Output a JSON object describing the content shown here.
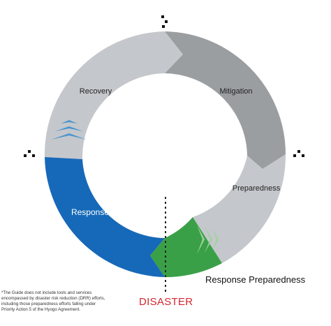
{
  "colors": {
    "recovery": "#c4c7cb",
    "mitigation": "#9b9ea1",
    "preparedness": "#c4c7cb",
    "response_preparedness": "#3aa047",
    "response": "#1669b8",
    "disaster": "#d22630",
    "chevron_blue": "#4a94cf",
    "chevron_green": "#9fd39c"
  },
  "segments": {
    "recovery": "Recovery",
    "mitigation": "Mitigation",
    "preparedness": "Preparedness",
    "response": "Response"
  },
  "response_preparedness_label": "Response Preparedness",
  "disaster_label": "DISASTER",
  "footnote": {
    "line1": "*The Guide does not include tools and services",
    "line2": "encompassed by disaster risk reduction (DRR) efforts,",
    "line3": "including those preparedness efforts falling under",
    "line4": "Priority Action 5 of the Hyogo Agreement."
  }
}
